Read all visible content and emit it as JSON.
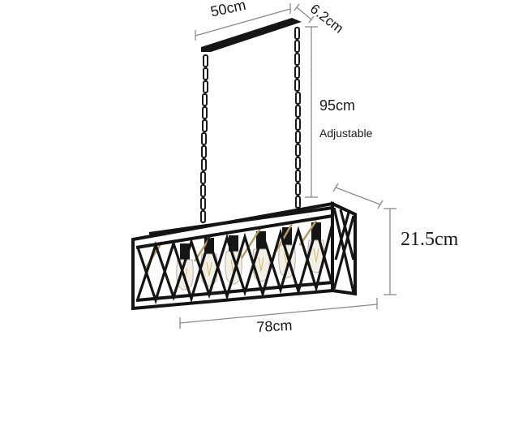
{
  "image": {
    "subject": "Industrial black metal rectangular cage chandelier with 6 Edison bulbs",
    "background_color": "#ffffff",
    "frame_color": "#141414",
    "accent_color": "#b59a5a",
    "dimension_line_color": "#8a8a8a"
  },
  "dimensions": {
    "canopy_length": "50cm",
    "canopy_width": "6.2cm",
    "chain_length": "95cm",
    "chain_note": "Adjustable",
    "cage_height": "21.5cm",
    "cage_length": "78cm"
  },
  "product": {
    "bulb_count": 6,
    "bulb_type": "Edison filament bulbs"
  }
}
